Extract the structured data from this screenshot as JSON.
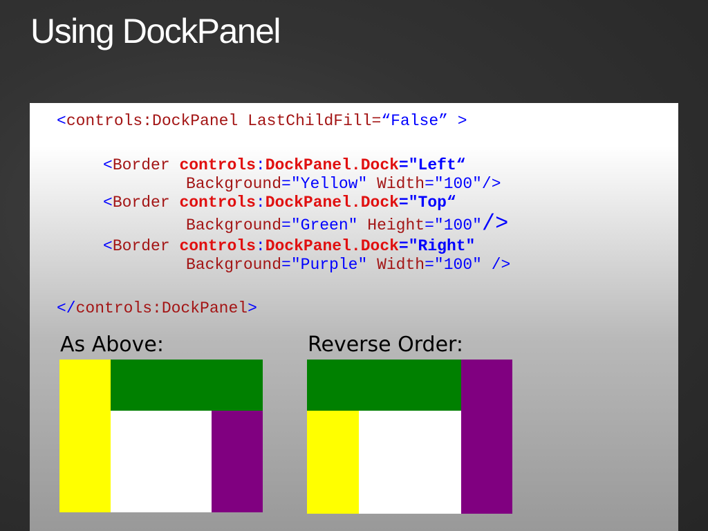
{
  "title": "Using DockPanel",
  "code": {
    "open_lt": "<",
    "open_tag": "controls:DockPanel",
    "open_attr": " LastChildFill=",
    "open_val": "“False”",
    "open_gt": " >",
    "lines": [
      {
        "lt": "<",
        "tag": "Border",
        "prefix": "controls",
        "colon": ":",
        "prop": "DockPanel.Dock",
        "eq": "=",
        "val": "\"Left“",
        "attr1": "Background",
        "eq1": "=",
        "val1": "\"Yellow\"",
        "attr2": " Width",
        "eq2": "=",
        "val2": "\"100\"",
        "end": "/>"
      },
      {
        "lt": "<",
        "tag": "Border",
        "prefix": "controls",
        "colon": ":",
        "prop": "DockPanel.Dock",
        "eq": "=",
        "val": "\"Top“",
        "attr1": "Background",
        "eq1": "=",
        "val1": "\"Green\"",
        "attr2": " Height",
        "eq2": "=",
        "val2": "\"100\"",
        "end": "/>"
      },
      {
        "lt": "<",
        "tag": "Border",
        "prefix": "controls",
        "colon": ":",
        "prop": "DockPanel.Dock",
        "eq": "=",
        "val": "\"Right\"",
        "attr1": "Background",
        "eq1": "=",
        "val1": "\"Purple\"",
        "attr2": " Width",
        "eq2": "=",
        "val2": "\"100\"",
        "end": " />"
      }
    ],
    "close_lt": "</",
    "close_tag": "controls:DockPanel",
    "close_gt": ">"
  },
  "captions": {
    "left": "As Above:",
    "right": "Reverse Order:"
  },
  "colors": {
    "yellow": "#ffff00",
    "green": "#008000",
    "purple": "#800080",
    "fill": "#ffffff"
  }
}
